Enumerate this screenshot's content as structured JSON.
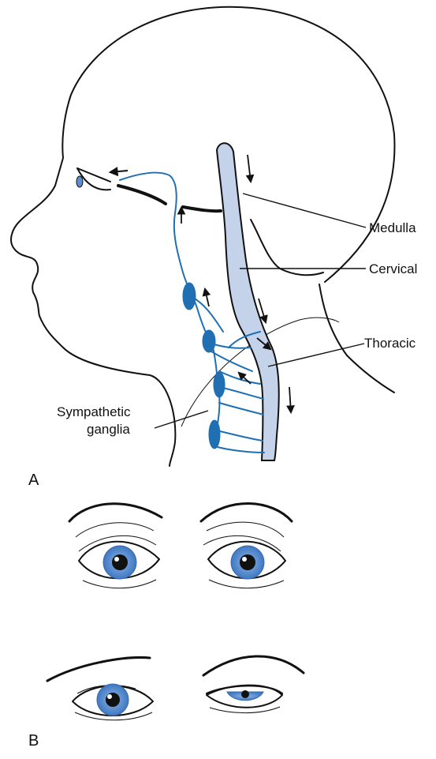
{
  "panel_a": {
    "label": "A",
    "labels": {
      "medulla": "Medulla",
      "cervical": "Cervical",
      "thoracic": "Thoracic",
      "ganglia_line1": "Sympathetic",
      "ganglia_line2": "ganglia"
    }
  },
  "panel_b": {
    "label": "B"
  },
  "colors": {
    "nerve": "#1f6fb2",
    "cord_fill": "#c5d3ea",
    "iris": "#5b8fd0",
    "outline": "#111111"
  }
}
